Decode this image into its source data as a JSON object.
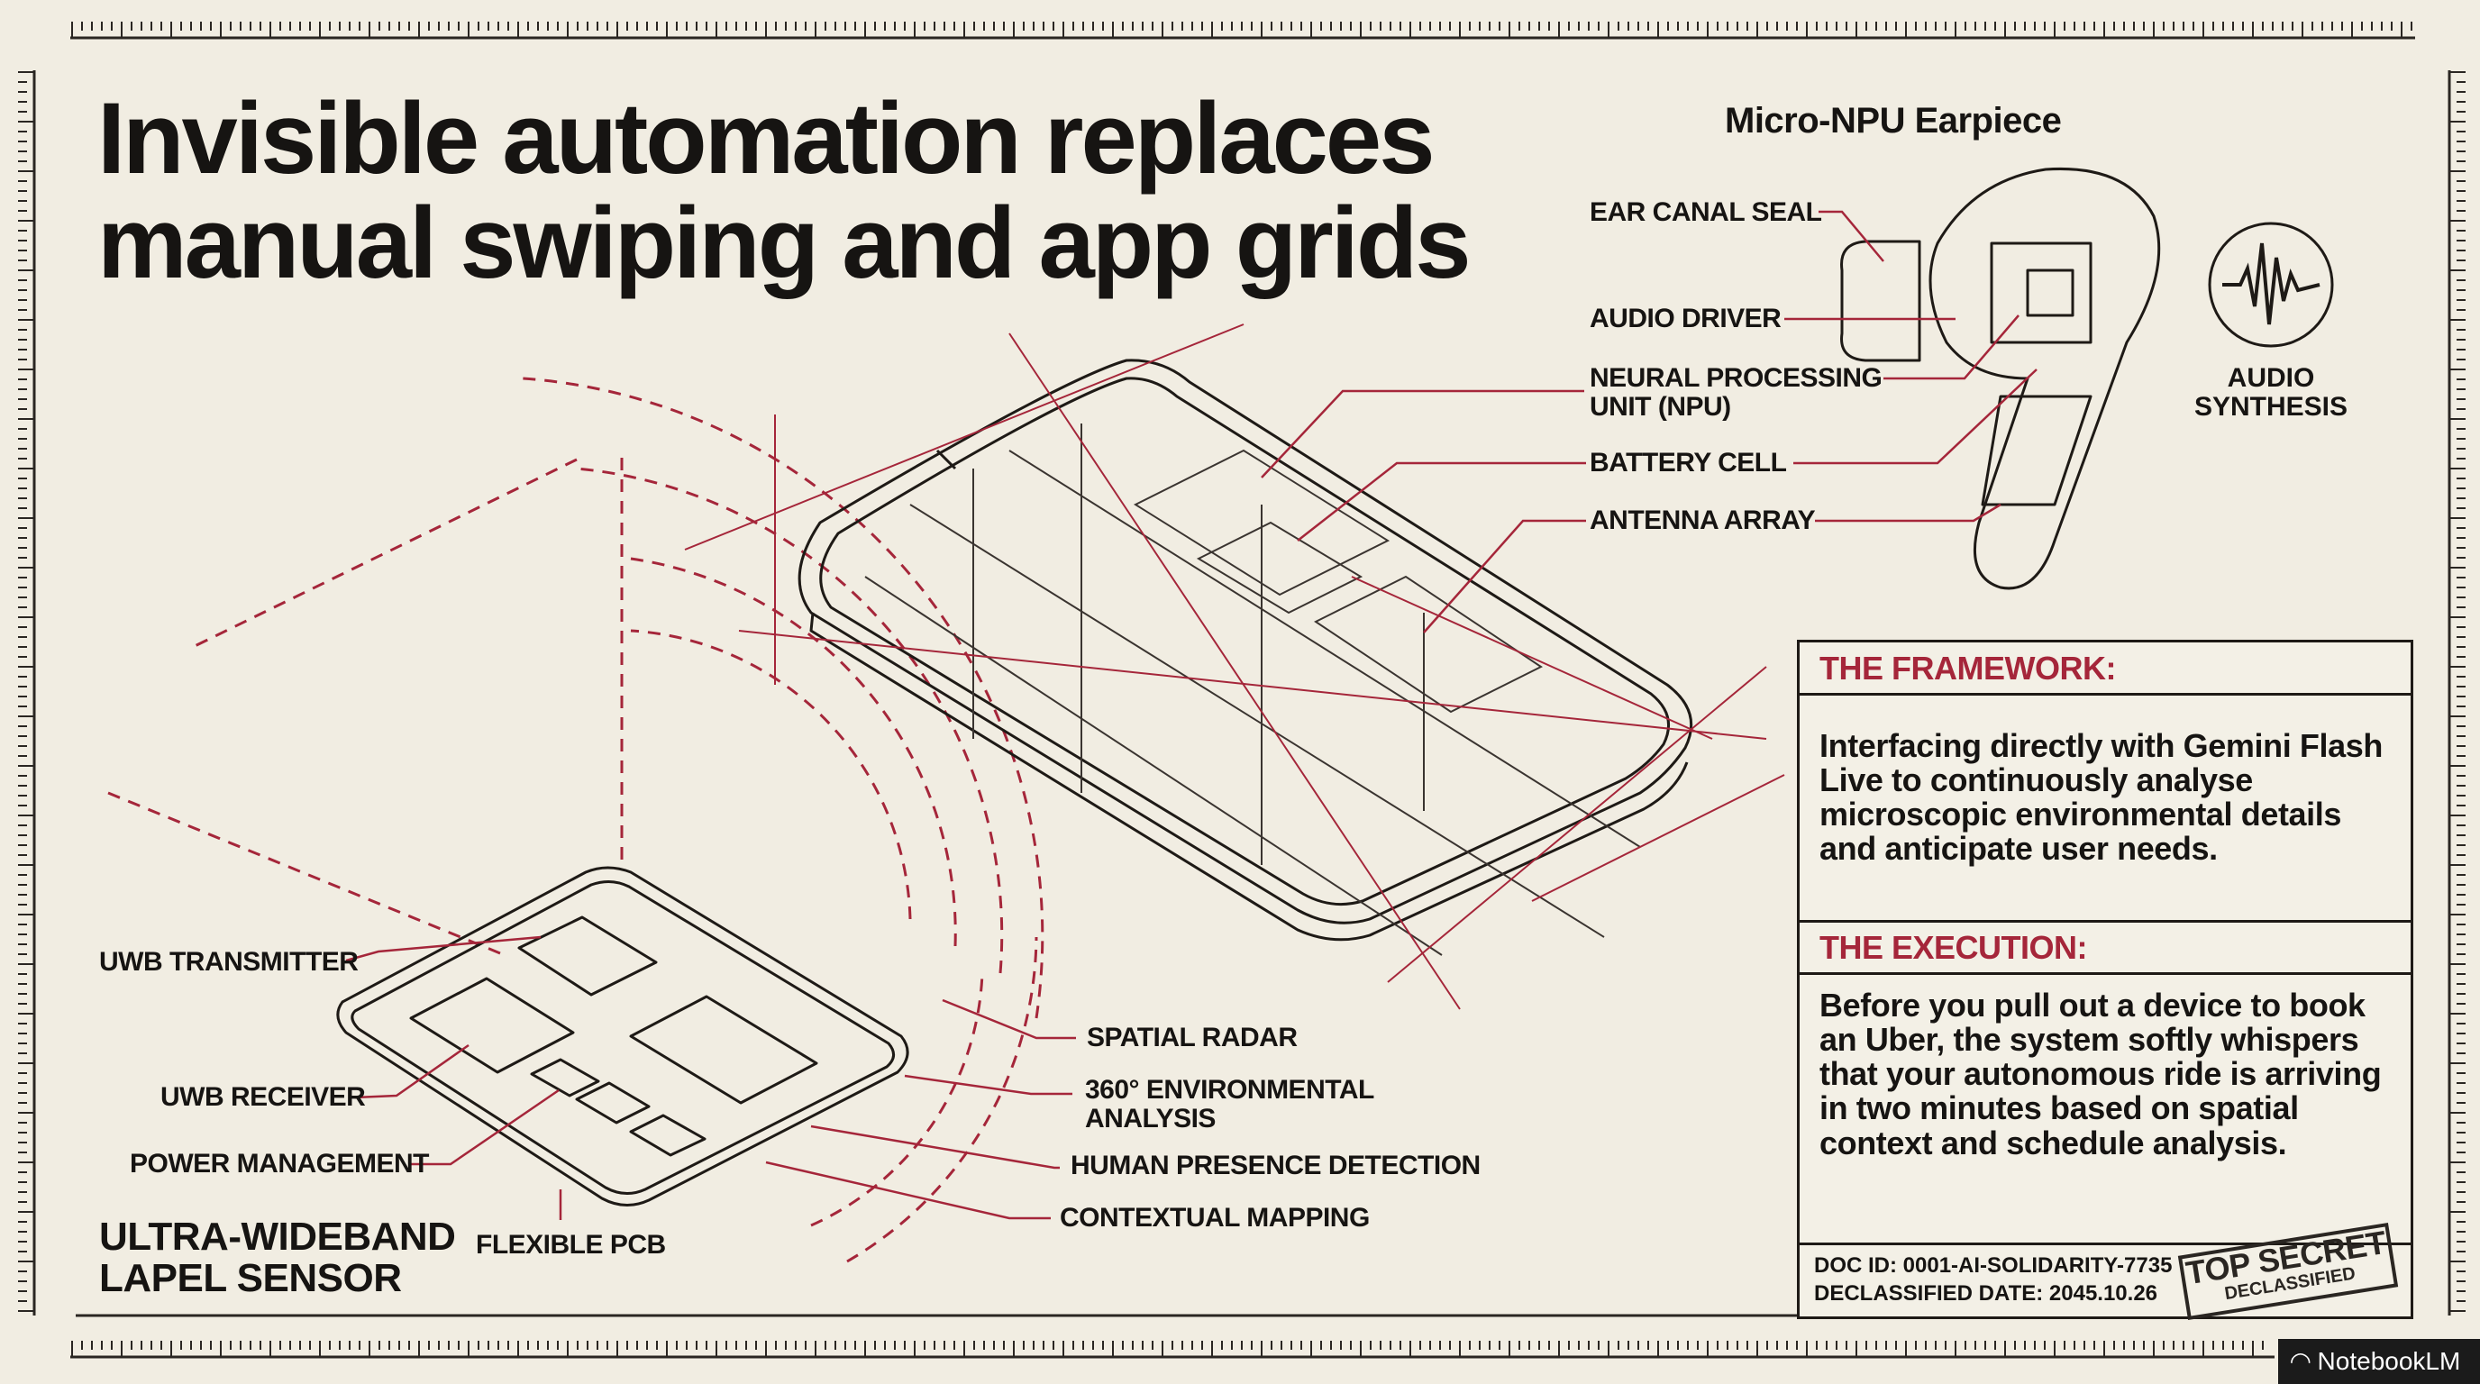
{
  "title": "Invisible automation replaces manual swiping and app grids",
  "earpiece": {
    "title": "Micro-NPU Earpiece",
    "labels": [
      "EAR CANAL SEAL",
      "AUDIO DRIVER",
      "NEURAL PROCESSING\nUNIT (NPU)",
      "BATTERY CELL",
      "ANTENNA ARRAY"
    ]
  },
  "audio_icon": {
    "label": "AUDIO\nSYNTHESIS",
    "icon": "waveform-icon"
  },
  "lapel": {
    "title": "ULTRA-WIDEBAND\nLAPEL SENSOR",
    "labels": {
      "uwb_transmitter": "UWB TRANSMITTER",
      "uwb_receiver": "UWB RECEIVER",
      "power_management": "POWER MANAGEMENT",
      "flexible_pcb": "FLEXIBLE PCB",
      "spatial_radar": "SPATIAL RADAR",
      "environmental": "360° ENVIRONMENTAL\nANALYSIS",
      "human_presence": "HUMAN PRESENCE DETECTION",
      "contextual_mapping": "CONTEXTUAL MAPPING"
    }
  },
  "panel": {
    "framework_heading": "THE FRAMEWORK:",
    "framework_body": "Interfacing directly with Gemini Flash Live to continuously analyse microscopic environmental details and anticipate user needs.",
    "execution_heading": "THE EXECUTION:",
    "execution_body": "Before you pull out a device to book an Uber, the system softly whispers that your autonomous ride is arriving in two minutes based on spatial context and schedule analysis.",
    "doc_id": "DOC ID: 0001-AI-SOLIDARITY-7735",
    "declassified_date": "DECLASSIFIED DATE: 2045.10.26",
    "stamp_top": "TOP SECRET",
    "stamp_bottom": "DECLASSIFIED"
  },
  "brand": "NotebookLM",
  "colors": {
    "paper": "#f1ede2",
    "ink": "#161412",
    "accent": "#a5263a"
  }
}
